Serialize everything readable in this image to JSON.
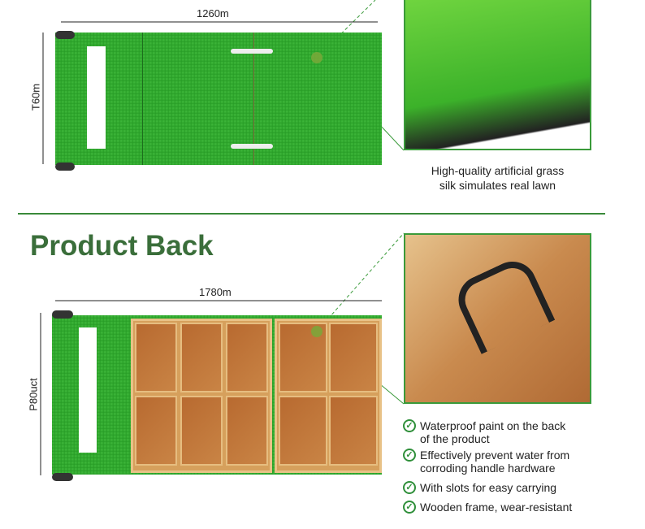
{
  "top": {
    "width_label": "1260m",
    "height_label": "T60m",
    "caption_line1": "High-quality artificial grass",
    "caption_line2": "silk simulates real lawn"
  },
  "section_title": "Product Back",
  "bottom": {
    "width_label": "1780m",
    "height_label": "P80uct"
  },
  "features": [
    {
      "line1": "Waterproof paint on the back",
      "line2": "of the product"
    },
    {
      "line1": "Effectively prevent water from",
      "line2": "corroding handle hardware"
    },
    {
      "line1": "With slots for easy carrying",
      "line2": ""
    },
    {
      "line1": "Wooden frame, wear-resistant",
      "line2": ""
    }
  ],
  "check_icon": "✓",
  "colors": {
    "accent": "#3a6e3a",
    "grass": "#2ea52d"
  }
}
